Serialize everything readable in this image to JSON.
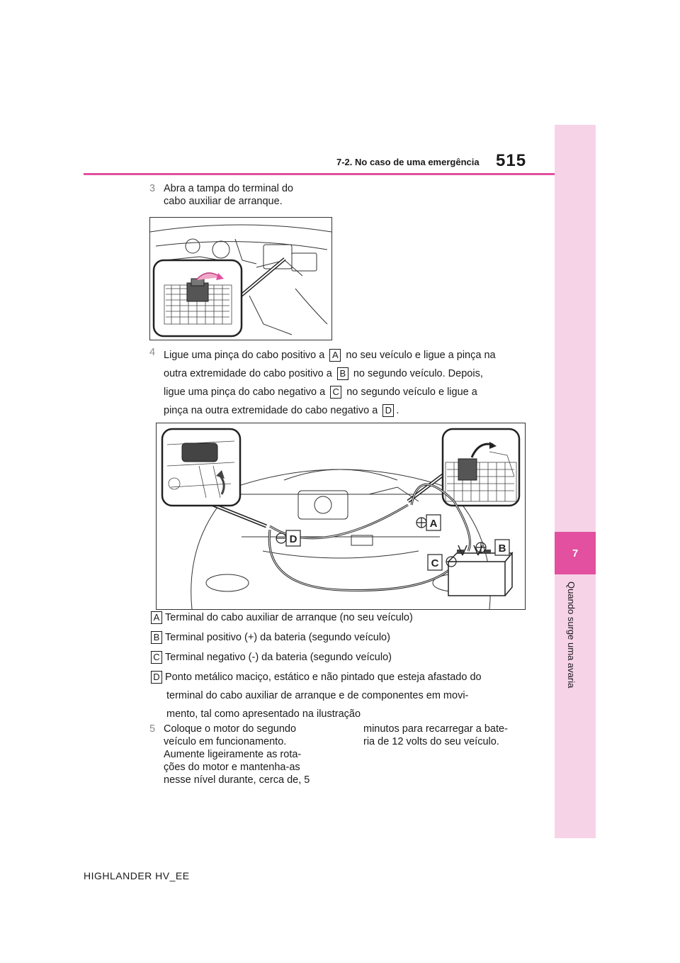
{
  "header": {
    "section": "7-2. No caso de uma emergência",
    "page": "515"
  },
  "side_tab": {
    "chapter_number": "7",
    "chapter_title": "Quando surge uma avaria",
    "color": "#e2509f",
    "bg": "#f7d3e8"
  },
  "step3": {
    "number": "3",
    "line1": "Abra a tampa do terminal do",
    "line2": "cabo auxiliar de arranque."
  },
  "step4": {
    "number": "4",
    "l1a": "Ligue uma pinça do cabo positivo a",
    "l1b": "no seu veículo e ligue a pinça na",
    "l2a": "outra extremidade do cabo positivo a",
    "l2b": "no segundo veículo. Depois,",
    "l3a": "ligue uma pinça do cabo negativo a",
    "l3b": "no segundo veículo e ligue a",
    "l4a": "pinça na outra extremidade do cabo negativo a",
    "l4b": "."
  },
  "markers": {
    "a": "A",
    "b": "B",
    "c": "C",
    "d": "D"
  },
  "figure2_labels": {
    "a": "A",
    "b": "B",
    "c": "C",
    "d": "D"
  },
  "legend": {
    "a": "Terminal do cabo auxiliar de arranque (no seu veículo)",
    "b": "Terminal positivo (+) da bateria (segundo veículo)",
    "c": "Terminal negativo (-) da bateria (segundo veículo)",
    "d1": "Ponto metálico maciço, estático e não pintado que esteja afastado do",
    "d2": "terminal do cabo auxiliar de arranque e de componentes em movi-",
    "d3": "mento, tal como apresentado na ilustração"
  },
  "step5": {
    "number": "5",
    "left": [
      "Coloque o motor do segundo",
      "veículo em funcionamento.",
      "Aumente ligeiramente as rota-",
      "ções do motor e mantenha-as",
      "nesse nível durante, cerca de, 5"
    ],
    "right": [
      "minutos para recarregar a bate-",
      "ria de 12 volts do seu veículo."
    ]
  },
  "footer": {
    "model": "HIGHLANDER HV_EE"
  }
}
